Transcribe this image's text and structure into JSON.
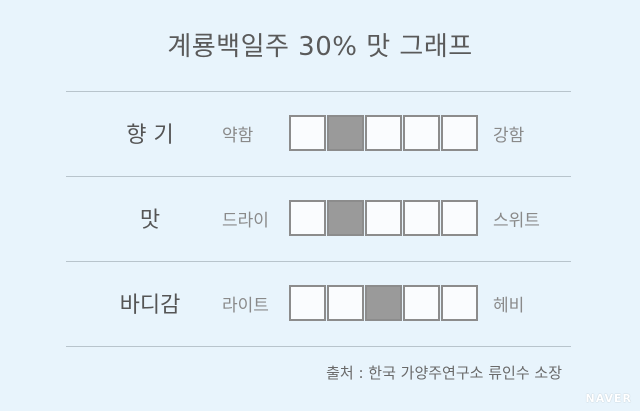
{
  "title": "계룡백일주 30%  맛 그래프",
  "rows": [
    {
      "label": "향 기",
      "low": "약함",
      "high": "강함",
      "level": 2,
      "max": 5
    },
    {
      "label": "맛",
      "low": "드라이",
      "high": "스위트",
      "level": 2,
      "max": 5
    },
    {
      "label": "바디감",
      "low": "라이트",
      "high": "헤비",
      "level": 3,
      "max": 5
    }
  ],
  "source": "출처 : 한국 가양주연구소  류인수  소장",
  "logo": "NAVER",
  "colors": {
    "background": "#e8f4fc",
    "filled": "#9a9a9a",
    "border": "#8c8c8c"
  }
}
